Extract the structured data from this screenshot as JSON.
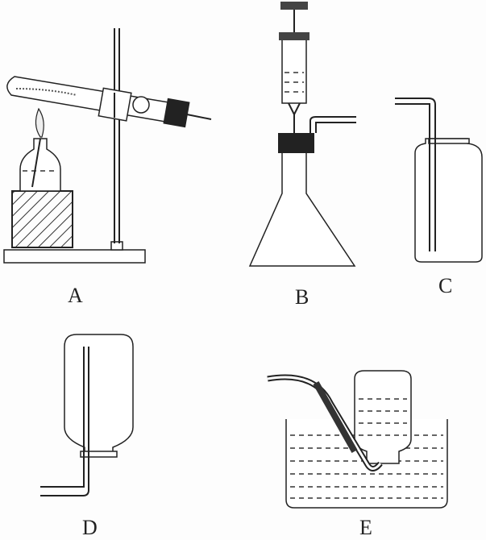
{
  "labels": {
    "a": "A",
    "b": "B",
    "c": "C",
    "d": "D",
    "e": "E"
  },
  "apparatus": [
    {
      "label": "A",
      "description_icon": "heating-test-tube-on-stand-icon"
    },
    {
      "label": "B",
      "description_icon": "conical-flask-with-syringe-icon"
    },
    {
      "label": "C",
      "description_icon": "gas-washing-bottle-icon"
    },
    {
      "label": "D",
      "description_icon": "inverted-collecting-bottle-icon"
    },
    {
      "label": "E",
      "description_icon": "water-displacement-trough-icon"
    }
  ]
}
